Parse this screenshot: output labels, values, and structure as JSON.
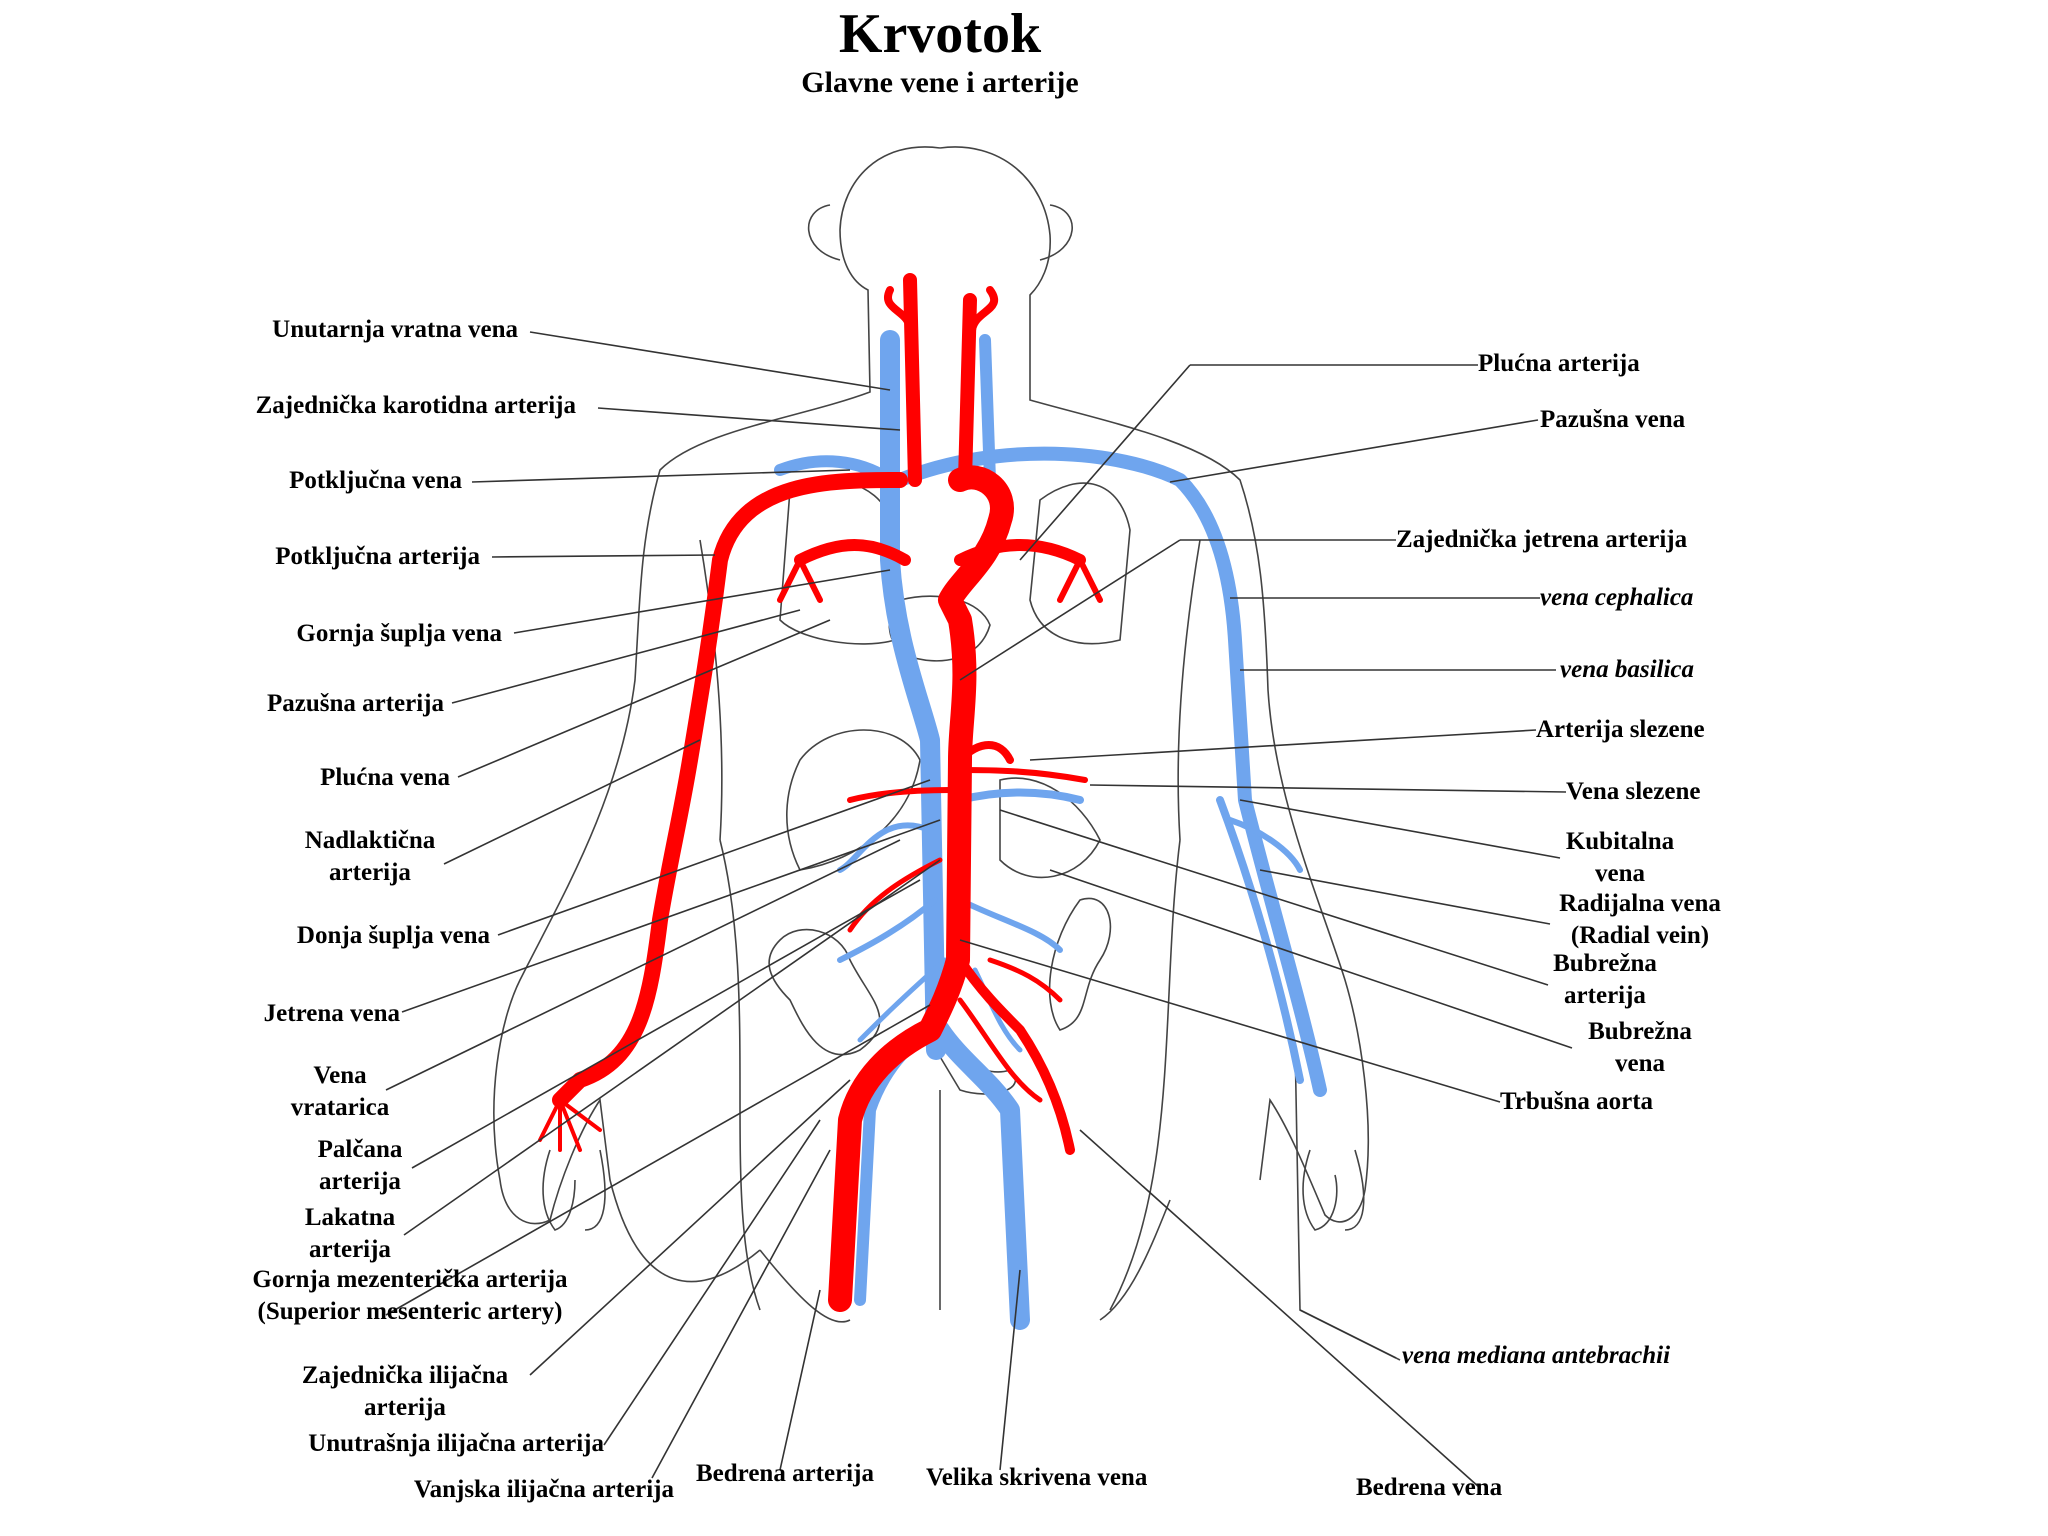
{
  "title": "Krvotok",
  "subtitle": "Glavne vene i arterije",
  "colors": {
    "artery": "#ff0000",
    "vein": "#6fa5ee",
    "outline": "#444444"
  },
  "labels_left": {
    "unutarnja_vratna_vena": "Unutarnja vratna vena",
    "zajednicka_karotidna_arterija": "Zajednička karotidna arterija",
    "potkljucna_vena": "Potključna vena",
    "potkljucna_arterija": "Potključna arterija",
    "gornja_suplja_vena": "Gornja šuplja vena",
    "pazusna_arterija": "Pazušna arterija",
    "plucna_vena": "Plućna vena",
    "nadlakticna_arterija": "Nadlaktična arterija",
    "donja_suplja_vena": "Donja šuplja vena",
    "jetrena_vena": "Jetrena vena",
    "vena_vratarica": "Vena vratarica",
    "palcana_arterija": "Palčana arterija",
    "lakatna_arterija": "Lakatna arterija",
    "gornja_mezentericka_arterija": "Gornja mezenterička arterija (Superior mesenteric artery)",
    "zajednicka_ilijacna_arterija": "Zajednička ilijačna arterija",
    "unutrasnja_ilijacna_arterija": "Unutrašnja ilijačna arterija",
    "vanjska_ilijacna_arterija": "Vanjska ilijačna arterija"
  },
  "labels_right": {
    "plucna_arterija": "Plućna arterija",
    "pazusna_vena": "Pazušna vena",
    "zajednicka_jetrena_arterija": "Zajednička jetrena arterija",
    "vena_cephalica": "vena cephalica",
    "vena_basilica": "vena basilica",
    "arterija_slezene": "Arterija slezene",
    "vena_slezene": "Vena slezene",
    "kubitalna_vena": "Kubitalna vena",
    "radijalna_vena": "Radijalna vena (Radial vein)",
    "bubrezna_arterija": "Bubrežna arterija",
    "bubrezna_vena": "Bubrežna vena",
    "trbusna_aorta": "Trbušna aorta",
    "vena_mediana_antebrachii": "vena mediana antebrachii",
    "bedrena_vena": "Bedrena vena"
  },
  "labels_bottom": {
    "bedrena_arterija": "Bedrena arterija",
    "velika_skrivena_vena": "Velika skrivena vena"
  }
}
